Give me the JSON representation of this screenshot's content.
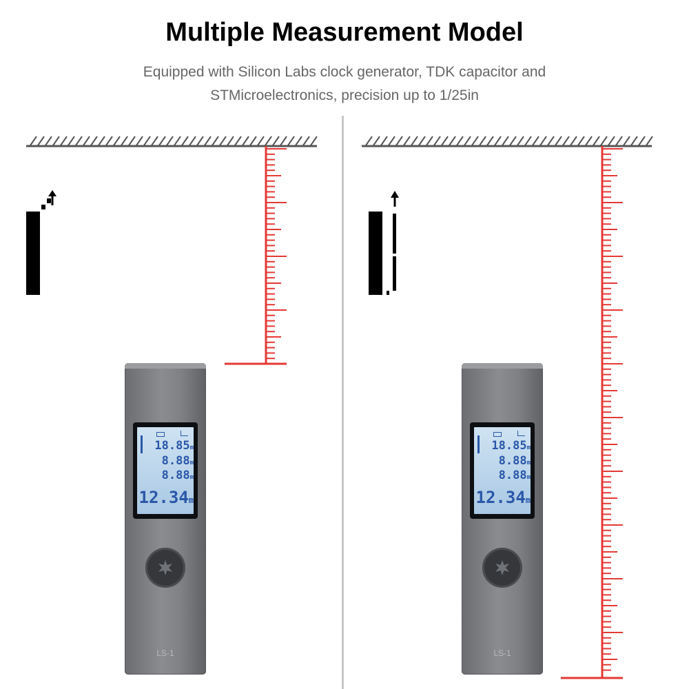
{
  "title": "Multiple Measurement Model",
  "subtitle_line1": "Equipped with Silicon Labs clock generator, TDK capacitor and",
  "subtitle_line2": "STMicroelectronics, precision up to 1/25in",
  "device": {
    "model_label": "LS-1",
    "lcd_row1": "18.85",
    "lcd_row2": "8.88",
    "lcd_row3": "8.88",
    "lcd_main": "12.34",
    "unit_small": "m",
    "unit_main": "m"
  },
  "colors": {
    "ruler": "#e53935",
    "ceiling": "#555555",
    "lcd_text": "#2a57a8",
    "device_body": "#7e8083"
  },
  "icons": {
    "up_arrow": "arrow-up-icon",
    "shutter": "shutter-icon"
  }
}
